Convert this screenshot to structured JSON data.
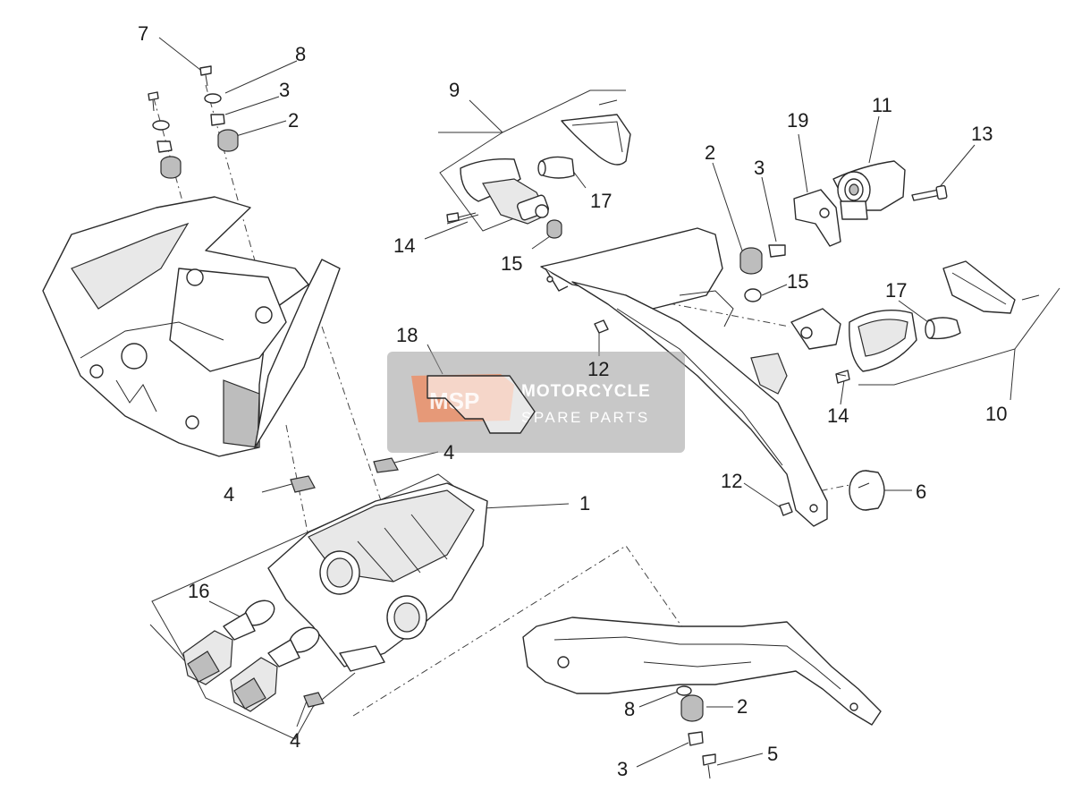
{
  "callouts": [
    {
      "id": "c7",
      "label": "7"
    },
    {
      "id": "c8a",
      "label": "8"
    },
    {
      "id": "c3a",
      "label": "3"
    },
    {
      "id": "c2a",
      "label": "2"
    },
    {
      "id": "c9",
      "label": "9"
    },
    {
      "id": "c17a",
      "label": "17"
    },
    {
      "id": "c14a",
      "label": "14"
    },
    {
      "id": "c15a",
      "label": "15"
    },
    {
      "id": "c19",
      "label": "19"
    },
    {
      "id": "c11",
      "label": "11"
    },
    {
      "id": "c13",
      "label": "13"
    },
    {
      "id": "c2b",
      "label": "2"
    },
    {
      "id": "c3b",
      "label": "3"
    },
    {
      "id": "c15b",
      "label": "15"
    },
    {
      "id": "c17b",
      "label": "17"
    },
    {
      "id": "c12a",
      "label": "12"
    },
    {
      "id": "c18",
      "label": "18"
    },
    {
      "id": "c14b",
      "label": "14"
    },
    {
      "id": "c10",
      "label": "10"
    },
    {
      "id": "c4a",
      "label": "4"
    },
    {
      "id": "c4b",
      "label": "4"
    },
    {
      "id": "c1",
      "label": "1"
    },
    {
      "id": "c12b",
      "label": "12"
    },
    {
      "id": "c6",
      "label": "6"
    },
    {
      "id": "c16",
      "label": "16"
    },
    {
      "id": "c4c",
      "label": "4"
    },
    {
      "id": "c8b",
      "label": "8"
    },
    {
      "id": "c2c",
      "label": "2"
    },
    {
      "id": "c5",
      "label": "5"
    },
    {
      "id": "c3c",
      "label": "3"
    }
  ],
  "watermark": {
    "logo_text": "MSP",
    "line1": "MOTORCYCLE",
    "line2": "SPARE PARTS",
    "accent_color": "#f08a5d",
    "box_color": "#9a9a9a"
  }
}
